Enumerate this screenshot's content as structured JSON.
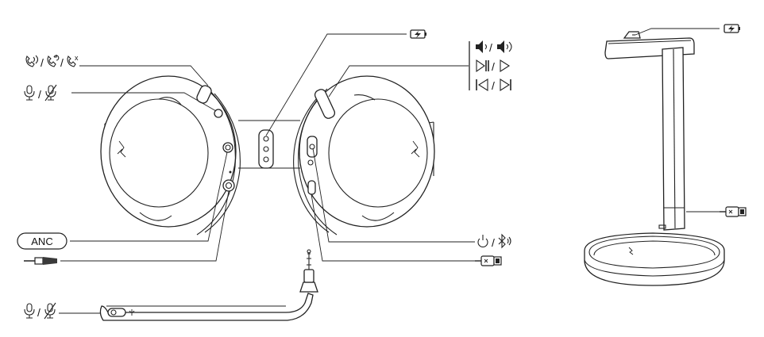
{
  "anc_label": "ANC",
  "callouts": {
    "call_controls": "call-answer / call-redial / call-reject",
    "headset_mic_mute": "mic / mic-mute",
    "anc_button": "ANC",
    "aux_jack": "3.5mm-plug",
    "boom_mic_mute": "mic / mic-mute",
    "charge_indicator": "battery-charging",
    "volume": "volume-down / volume-up",
    "play_pause_next": "play-pause / play",
    "track_skip": "previous / next",
    "power_bluetooth": "power / bluetooth",
    "usb_port": "usb-c",
    "stand_charge": "battery-charging",
    "stand_usb": "usb-c"
  },
  "colors": {
    "line": "#222222",
    "fill": "#ffffff",
    "plug_dark": "#3a3a3a"
  }
}
